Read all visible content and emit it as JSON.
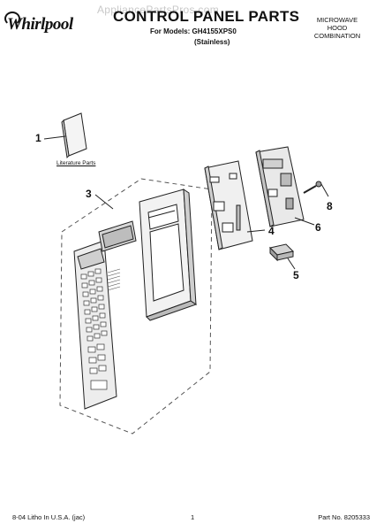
{
  "header": {
    "brand": "Whirlpool",
    "watermark": "AppliancePartsPros.com",
    "title": "CONTROL PANEL PARTS",
    "models": "For Models: GH4155XPS0",
    "finish": "(Stainless)",
    "category_line1": "MICROWAVE",
    "category_line2": "HOOD",
    "category_line3": "COMBINATION"
  },
  "diagram": {
    "literature_label": "Literature Parts",
    "callouts": [
      "1",
      "3",
      "4",
      "5",
      "6",
      "8"
    ]
  },
  "footer": {
    "left": "8-04 Litho In U.S.A. (jac)",
    "page": "1",
    "part_no": "Part No. 8205333"
  }
}
